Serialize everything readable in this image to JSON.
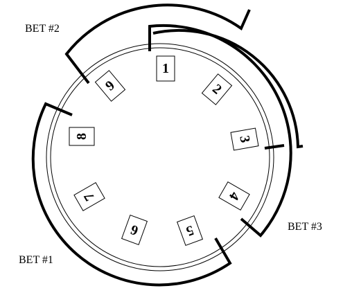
{
  "diagram": {
    "sectors": [
      {
        "label": "1"
      },
      {
        "label": "2"
      },
      {
        "label": "3"
      },
      {
        "label": "4"
      },
      {
        "label": "5"
      },
      {
        "label": "6"
      },
      {
        "label": "7"
      },
      {
        "label": "8"
      },
      {
        "label": "9"
      }
    ],
    "bets": [
      {
        "label": "BET #1"
      },
      {
        "label": "BET #2"
      },
      {
        "label": "BET #3"
      }
    ]
  }
}
